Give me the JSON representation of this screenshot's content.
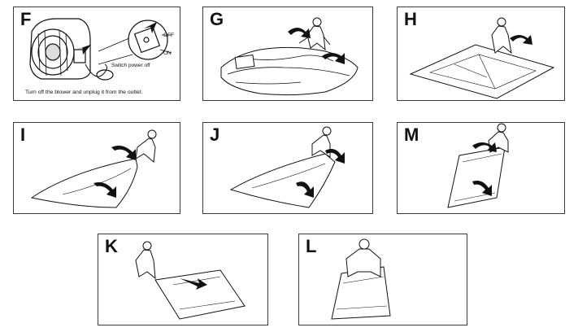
{
  "panels": [
    {
      "id": "F",
      "letter": "F",
      "caption": "Turn off the blower and unplug it from the outlet.",
      "labels": {
        "off": "OFF",
        "on": "ON",
        "switch": "Switch power off"
      }
    },
    {
      "id": "G",
      "letter": "G"
    },
    {
      "id": "H",
      "letter": "H"
    },
    {
      "id": "I",
      "letter": "I"
    },
    {
      "id": "J",
      "letter": "J"
    },
    {
      "id": "M",
      "letter": "M"
    },
    {
      "id": "K",
      "letter": "K"
    },
    {
      "id": "L",
      "letter": "L"
    }
  ]
}
